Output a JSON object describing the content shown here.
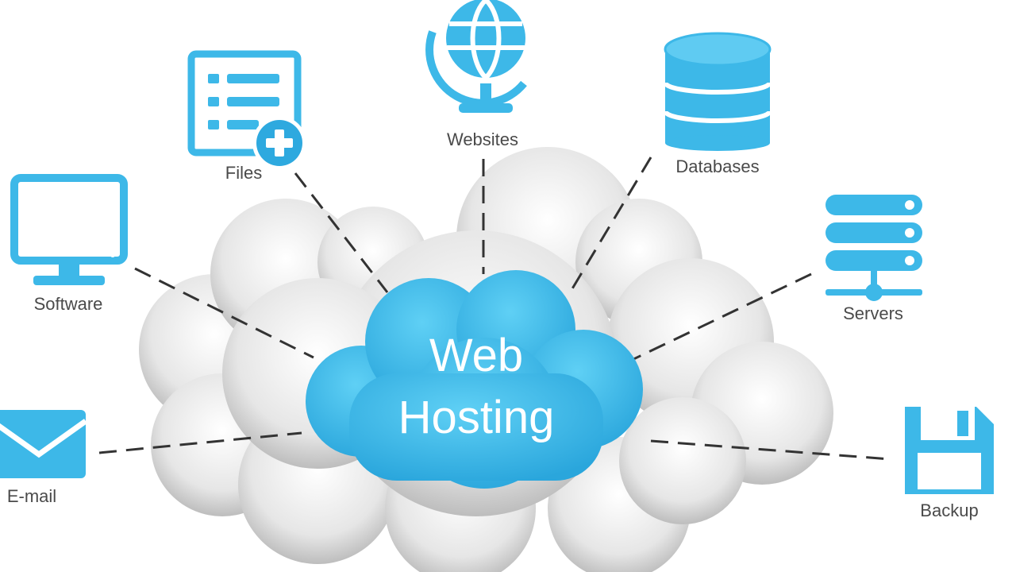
{
  "center": {
    "line1": "Web",
    "line2": "Hosting"
  },
  "nodes": {
    "files": "Files",
    "websites": "Websites",
    "databases": "Databases",
    "software": "Software",
    "servers": "Servers",
    "email": "E-mail",
    "backup": "Backup"
  },
  "colors": {
    "accent": "#3db8e8",
    "accent_dark": "#1f9fd6",
    "cloud_gray": "#d9d9d9",
    "label": "#4a4a4a",
    "connector": "#333333"
  },
  "icons": [
    "files-plus-icon",
    "globe-icon",
    "database-icon",
    "monitor-icon",
    "server-icon",
    "envelope-icon",
    "floppy-disk-icon"
  ]
}
